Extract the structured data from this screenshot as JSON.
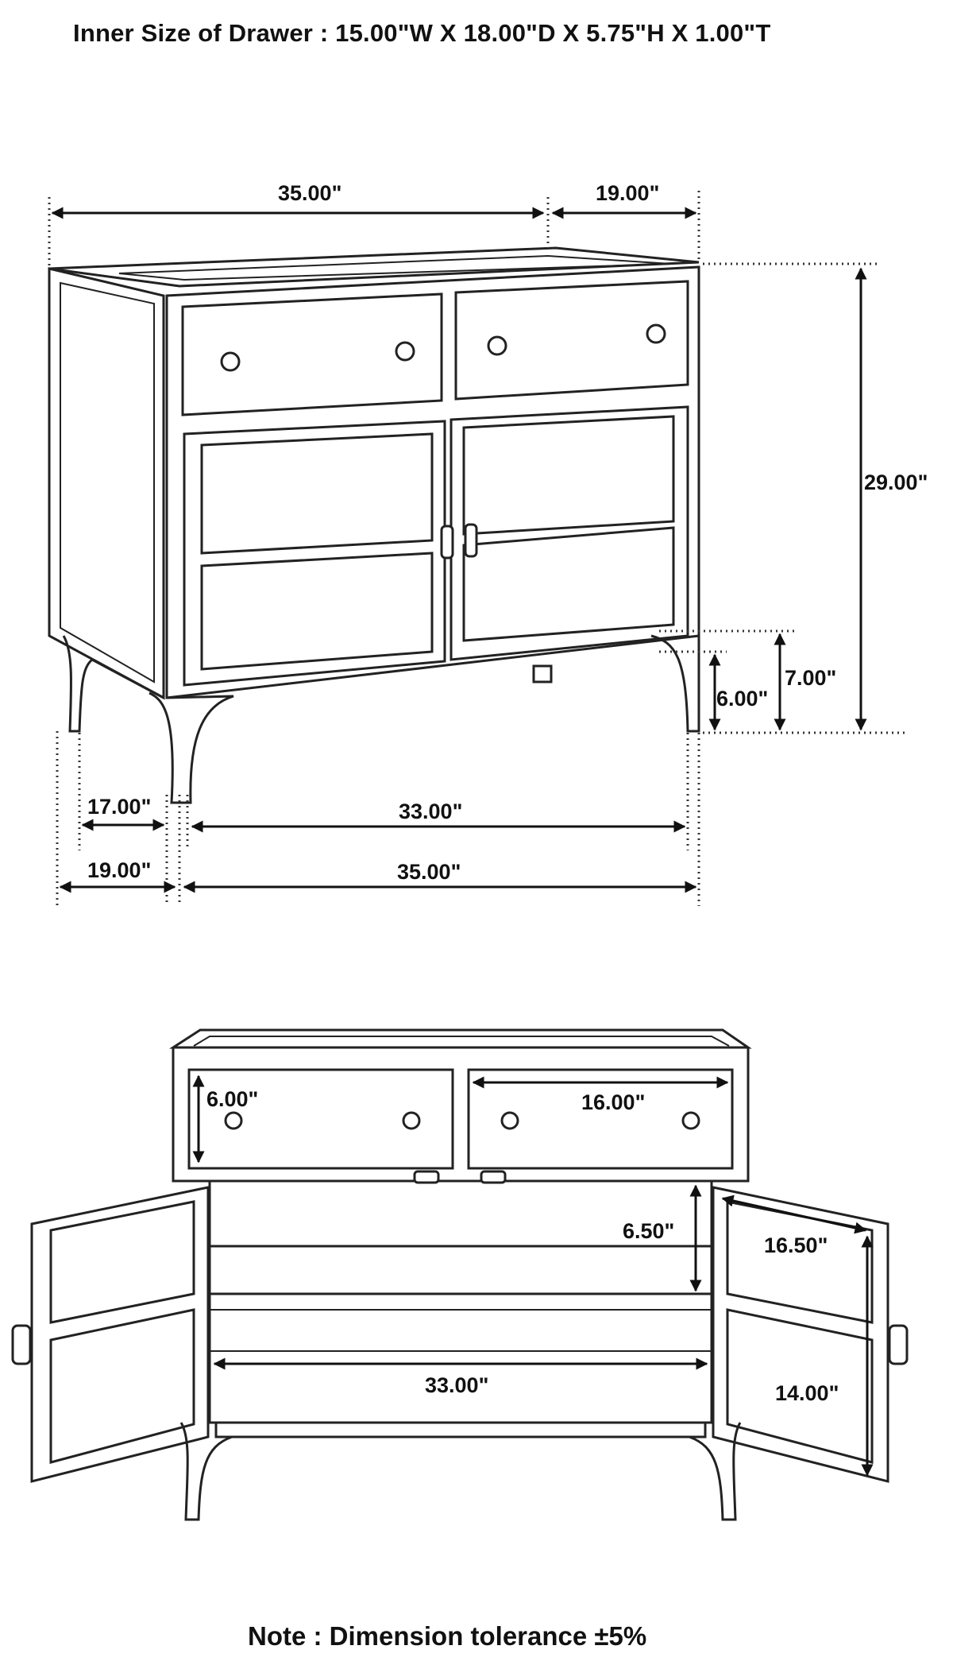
{
  "header": {
    "inner_size": "Inner Size of Drawer : 15.00\"W X 18.00\"D X 5.75\"H X 1.00\"T"
  },
  "top_view": {
    "width_label": "35.00\"",
    "depth_label": "19.00\"",
    "height_label": "29.00\"",
    "leg_height_label": "7.00\"",
    "clearance_label": "6.00\"",
    "side_inner_label": "17.00\"",
    "front_inner_label": "33.00\"",
    "side_outer_label": "19.00\"",
    "front_outer_label": "35.00\""
  },
  "bottom_view": {
    "drawer_height_label": "6.00\"",
    "drawer_width_label": "16.00\"",
    "shelf_gap_label": "6.50\"",
    "door_width_label": "16.50\"",
    "interior_width_label": "33.00\"",
    "door_height_label": "14.00\""
  },
  "footer": {
    "note": "Note : Dimension tolerance ±5%"
  }
}
